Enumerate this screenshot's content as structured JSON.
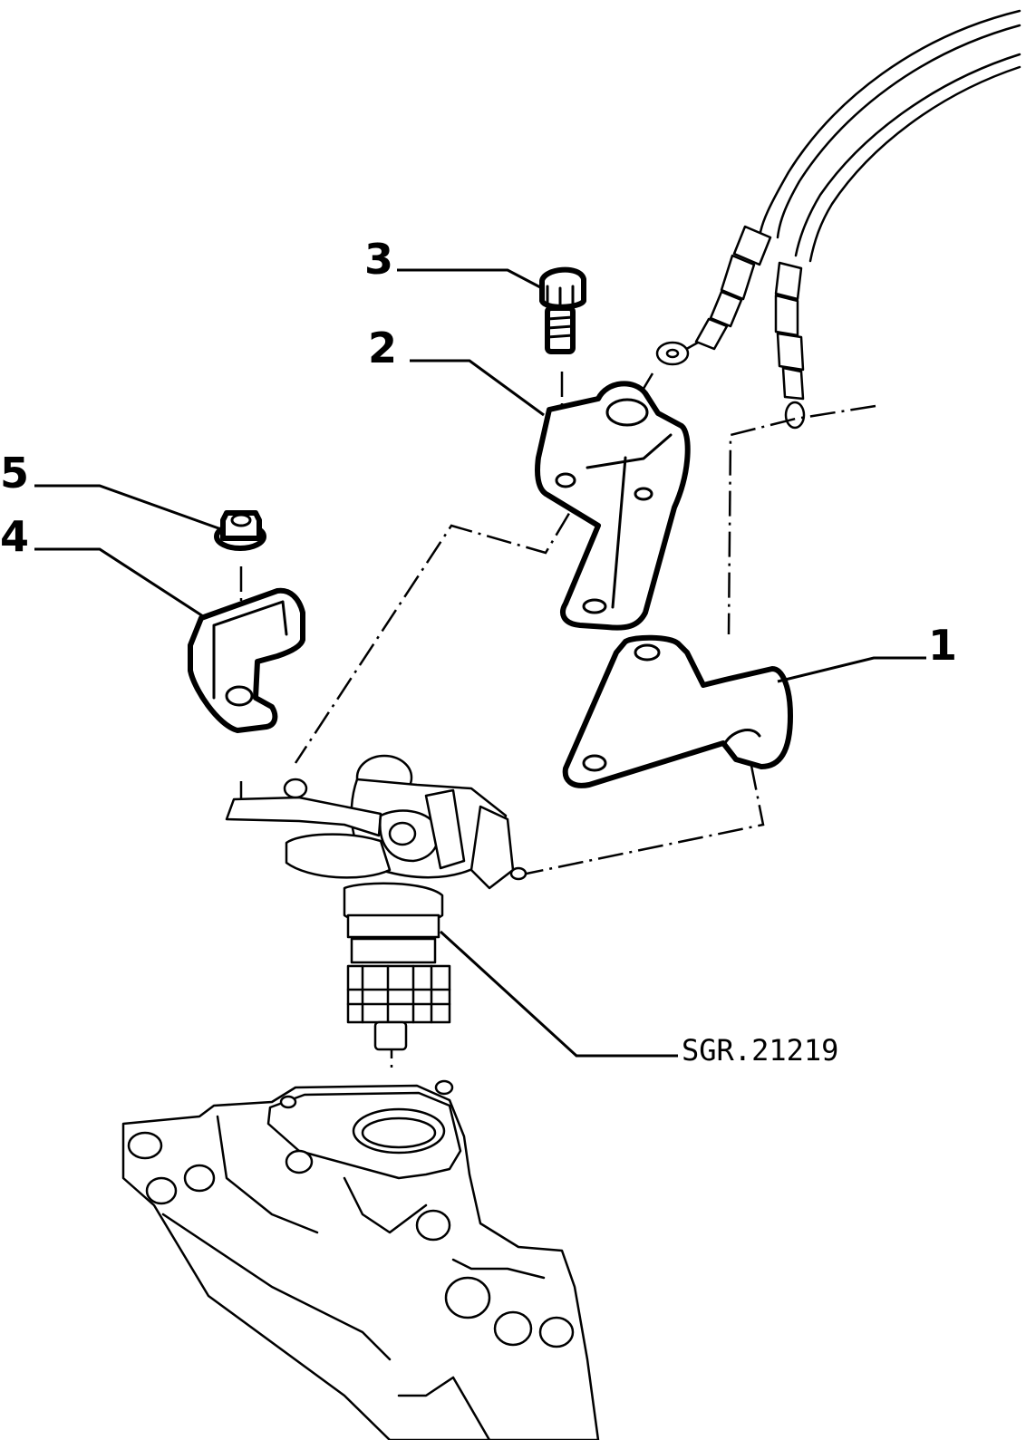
{
  "callouts": [
    {
      "id": "1",
      "label": "1"
    },
    {
      "id": "2",
      "label": "2"
    },
    {
      "id": "3",
      "label": "3"
    },
    {
      "id": "4",
      "label": "4"
    },
    {
      "id": "5",
      "label": "5"
    }
  ],
  "reference_code": "SGR.21219",
  "colors": {
    "line": "#000000",
    "background": "#ffffff"
  }
}
